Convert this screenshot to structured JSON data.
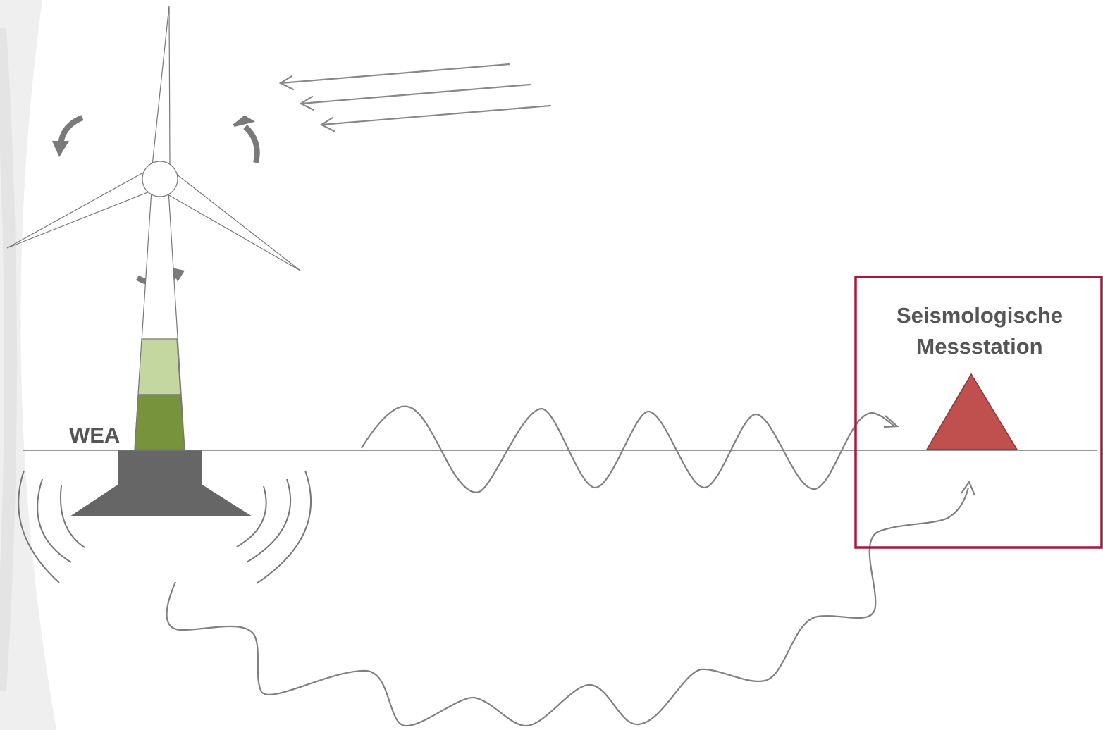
{
  "labels": {
    "turbine": "WEA",
    "station_line1": "Seismologische",
    "station_line2": "Messstation"
  },
  "colors": {
    "line": "#888888",
    "foundation": "#666666",
    "rotation_arrow": "#7a7a7a",
    "tower_light_green": "#c4d7a0",
    "tower_dark_green": "#77933c",
    "station_triangle": "#c0504d",
    "highlight_box": "#a8193d",
    "label_text": "#555555"
  },
  "icons": {
    "station": "triangle-station-icon",
    "wind": "wind-arrow-icon",
    "rotation": "curved-rotation-arrow-icon"
  }
}
